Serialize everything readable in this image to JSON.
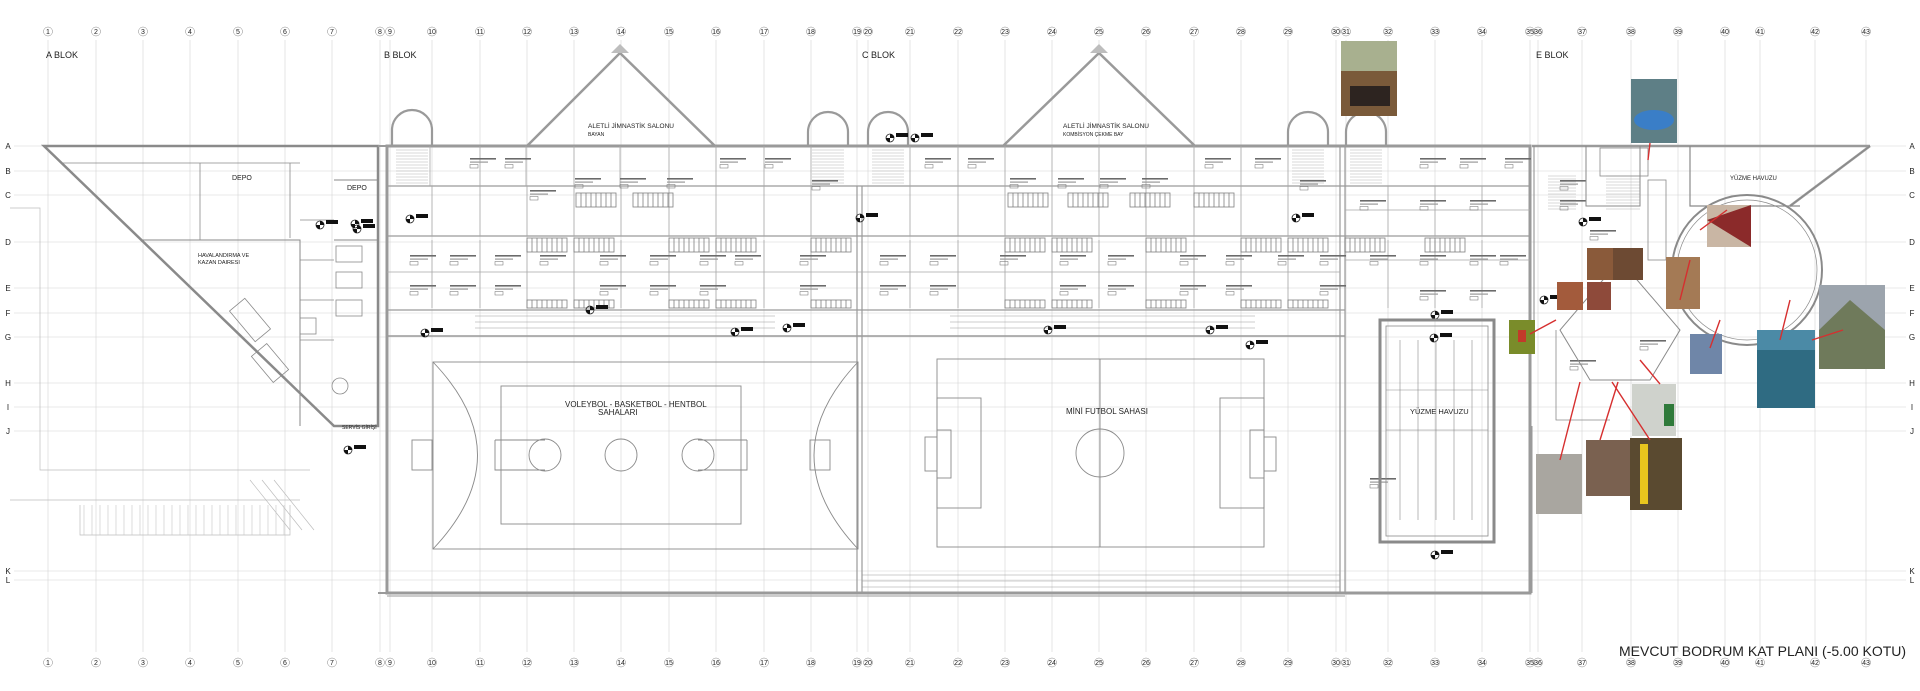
{
  "title": "MEVCUT BODRUM KAT PLANI (-5.00 KOTU)",
  "grid": {
    "columns": [
      "1",
      "2",
      "3",
      "4",
      "5",
      "6",
      "7",
      "8",
      "9",
      "10",
      "11",
      "12",
      "13",
      "14",
      "15",
      "16",
      "17",
      "18",
      "19",
      "20",
      "21",
      "22",
      "23",
      "24",
      "25",
      "26",
      "27",
      "28",
      "29",
      "30",
      "31",
      "32",
      "33",
      "34",
      "35",
      "36",
      "37",
      "38",
      "39",
      "40",
      "41",
      "42",
      "43"
    ],
    "rows": [
      "A",
      "B",
      "C",
      "D",
      "E",
      "F",
      "G",
      "H",
      "I",
      "J",
      "K",
      "L"
    ]
  },
  "blocks": {
    "a": "A BLOK",
    "b": "B BLOK",
    "c": "C BLOK",
    "e": "E BLOK"
  },
  "rooms": {
    "depo_1": "DEPO",
    "depo_2": "DEPO",
    "havalandirma_1": "HAVALANDIRMA VE",
    "havalandirma_2": "KAZAN DAIRESI",
    "gym_left_1": "ALETLİ JİMNASTİK SALONU",
    "gym_left_2": "BAYAN",
    "gym_right_1": "ALETLİ JİMNASTİK SALONU",
    "gym_right_2": "KOMBİSYON ÇEKME BAY",
    "court_left_1": "VOLEYBOL - BASKETBOL - HENTBOL",
    "court_left_2": "SAHALARI",
    "court_mid": "MİNİ FUTBOL SAHASI",
    "pool_main": "YÜZME HAVUZU",
    "pool_right": "YÜZME HAVUZU",
    "servis_girisi": "SERVİS GİRİŞİ"
  }
}
